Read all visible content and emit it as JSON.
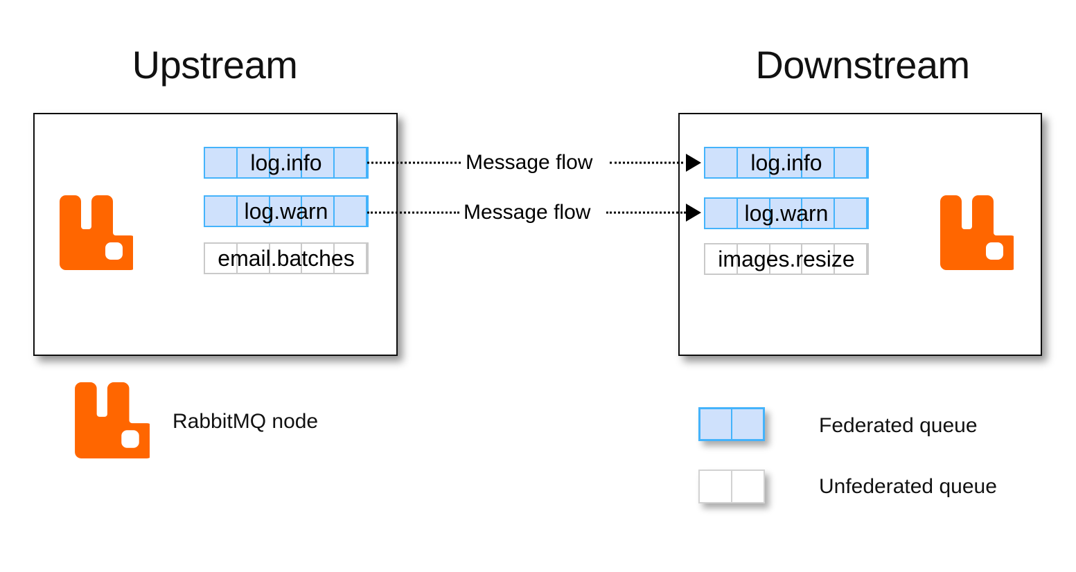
{
  "diagram": {
    "title_upstream": "Upstream",
    "title_downstream": "Downstream",
    "colors": {
      "rabbitmq_orange": "#FF6600",
      "federated_fill": "#CFE1FC",
      "federated_border": "#44B3FB",
      "unfederated_fill": "#FFFFFF",
      "unfederated_border": "#C9C9C9",
      "node_border": "#0D0D0D",
      "text": "#000000"
    }
  },
  "upstream": {
    "node_label": "Upstream",
    "queues": [
      {
        "name": "log.info",
        "federated": true,
        "cells": 5
      },
      {
        "name": "log.warn",
        "federated": true,
        "cells": 5
      },
      {
        "name": "email.batches",
        "federated": false,
        "cells": 5
      }
    ]
  },
  "downstream": {
    "node_label": "Downstream",
    "queues": [
      {
        "name": "log.info",
        "federated": true,
        "cells": 5
      },
      {
        "name": "log.warn",
        "federated": true,
        "cells": 5
      },
      {
        "name": "images.resize",
        "federated": false,
        "cells": 5
      }
    ]
  },
  "flows": [
    {
      "label": "Message flow",
      "from": "log.info",
      "to": "log.info",
      "direction": "upstream-to-downstream"
    },
    {
      "label": "Message flow",
      "from": "log.warn",
      "to": "log.warn",
      "direction": "upstream-to-downstream"
    }
  ],
  "legend": {
    "items": [
      {
        "icon": "rabbitmq-logo",
        "label": "RabbitMQ node"
      },
      {
        "icon": "federated-queue-swatch",
        "label": "Federated queue"
      },
      {
        "icon": "unfederated-queue-swatch",
        "label": "Unfederated queue"
      }
    ],
    "node_label": "RabbitMQ node",
    "federated_label": "Federated queue",
    "unfederated_label": "Unfederated queue"
  }
}
